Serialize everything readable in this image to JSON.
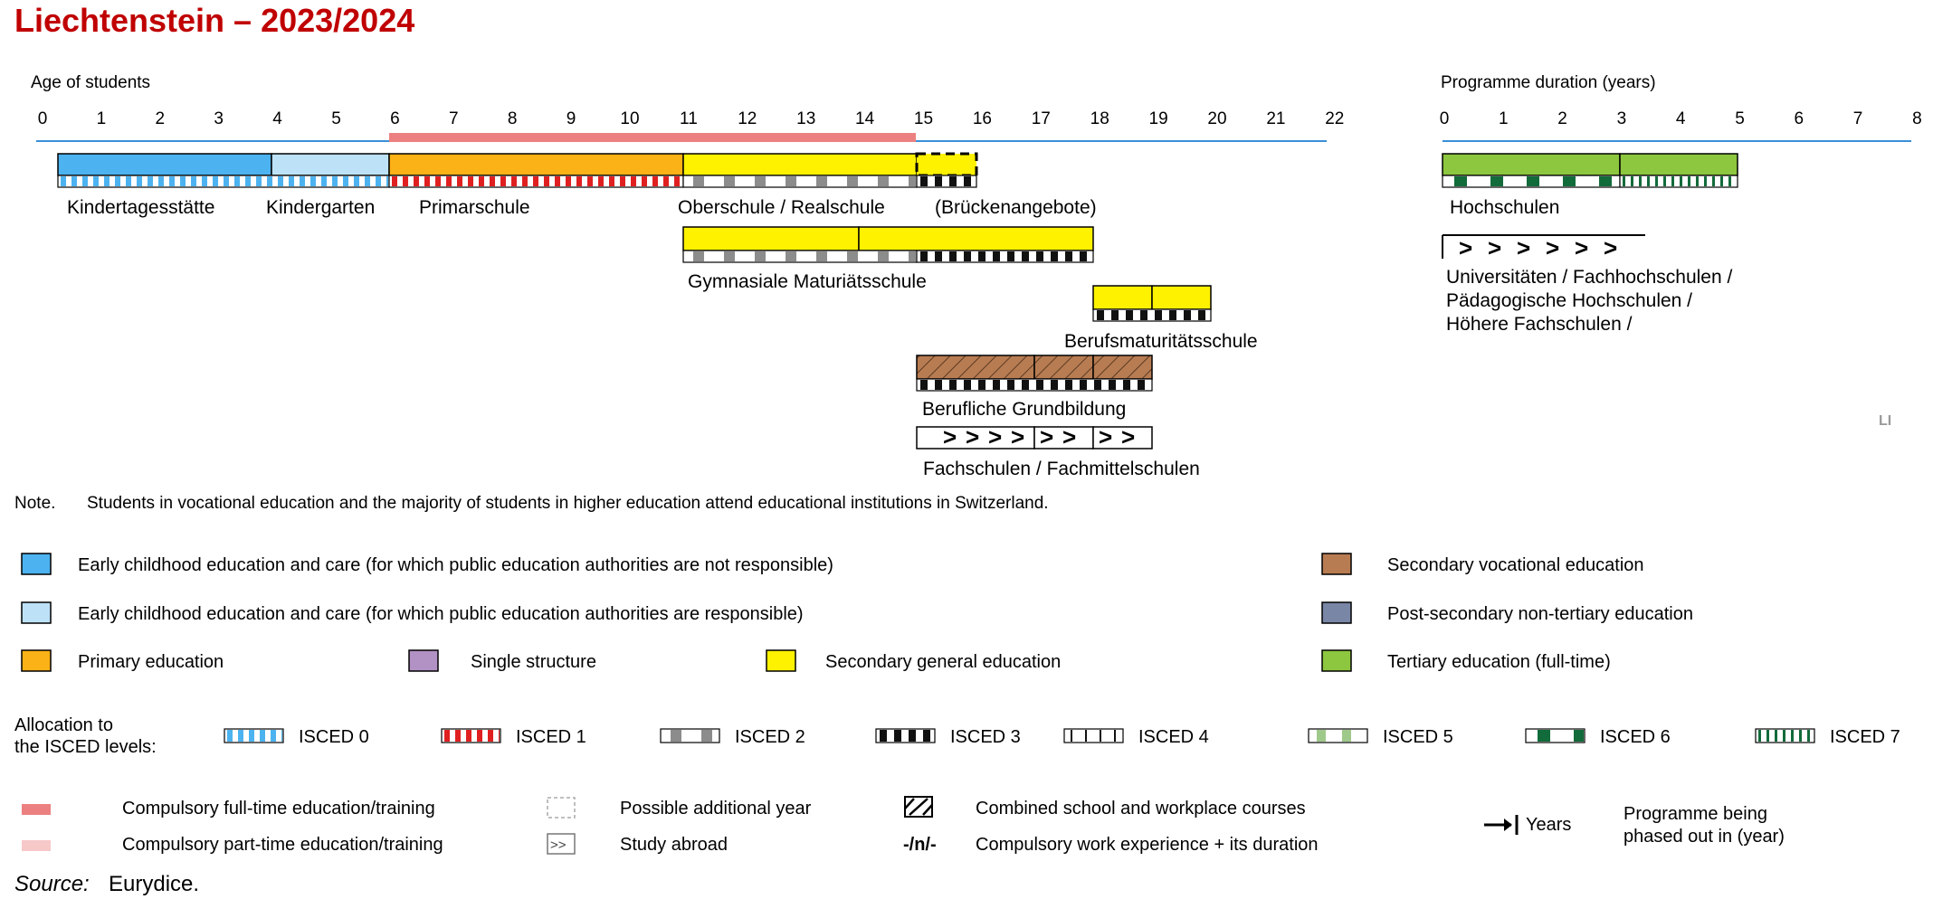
{
  "title": "Liechtenstein – 2023/2024",
  "age_axis": {
    "label": "Age of students",
    "ticks": [
      "0",
      "1",
      "2",
      "3",
      "4",
      "5",
      "6",
      "7",
      "8",
      "9",
      "10",
      "11",
      "12",
      "13",
      "14",
      "15",
      "16",
      "17",
      "18",
      "19",
      "20",
      "21",
      "22"
    ]
  },
  "duration_axis": {
    "label": "Programme duration (years)",
    "ticks": [
      "0",
      "1",
      "2",
      "3",
      "4",
      "5",
      "6",
      "7",
      "8"
    ]
  },
  "programmes": {
    "kita": "Kindertagesstätte",
    "kindergarten": "Kindergarten",
    "primarschule": "Primarschule",
    "oberschule": "Oberschule / Realschule",
    "brueckenangebote": "(Brückenangebote)",
    "gymnasium": "Gymnasiale Maturiätsschule",
    "berufsmaturitaet": "Berufsmaturitätsschule",
    "berufliche": "Berufliche Grundbildung",
    "fachschulen": "Fachschulen / Fachmittelschulen",
    "hochschulen": "Hochschulen",
    "abroad_1": "Universitäten / Fachhochschulen /",
    "abroad_2": "Pädagogische Hochschulen /",
    "abroad_3": "Höhere Fachschulen /"
  },
  "country_code": "LI",
  "note": {
    "label": "Note.",
    "text": "Students in vocational education and the majority of students in higher education attend educational institutions in Switzerland."
  },
  "colors": {
    "ecec_not_responsible": "#4db3f0",
    "ecec_responsible": "#bde2f8",
    "primary": "#fbb216",
    "single_structure": "#b291c4",
    "secondary_general": "#fff200",
    "secondary_vocational": "#b87c52",
    "post_secondary": "#7a86a6",
    "tertiary": "#8dc63f",
    "compulsory_full": "#ec8080",
    "compulsory_part": "#f7c8c8",
    "axis": "#3a8fd8"
  },
  "legend": {
    "ecec_not_responsible": "Early childhood education and care (for which public education authorities are not responsible)",
    "ecec_responsible": "Early childhood education and care (for which public education authorities are responsible)",
    "primary": "Primary education",
    "single_structure": "Single structure",
    "secondary_general": "Secondary general education",
    "secondary_vocational": "Secondary vocational education",
    "post_secondary": "Post-secondary non-tertiary education",
    "tertiary": "Tertiary education (full-time)"
  },
  "isced": {
    "label_1": "Allocation to",
    "label_2": "the ISCED levels:",
    "levels": [
      "ISCED 0",
      "ISCED 1",
      "ISCED 2",
      "ISCED 3",
      "ISCED 4",
      "ISCED 5",
      "ISCED 6",
      "ISCED 7"
    ]
  },
  "symbols": {
    "compulsory_full": "Compulsory full-time education/training",
    "compulsory_part": "Compulsory part-time education/training",
    "additional_year": "Possible additional year",
    "study_abroad": "Study abroad",
    "study_abroad_glyph": ">>",
    "combined": "Combined school and workplace courses",
    "work_experience_glyph": "-/n/-",
    "work_experience": "Compulsory work experience + its duration",
    "years": "Years",
    "phased_out_1": "Programme being",
    "phased_out_2": "phased out in (year)"
  },
  "source": {
    "label": "Source:",
    "text": "Eurydice."
  }
}
